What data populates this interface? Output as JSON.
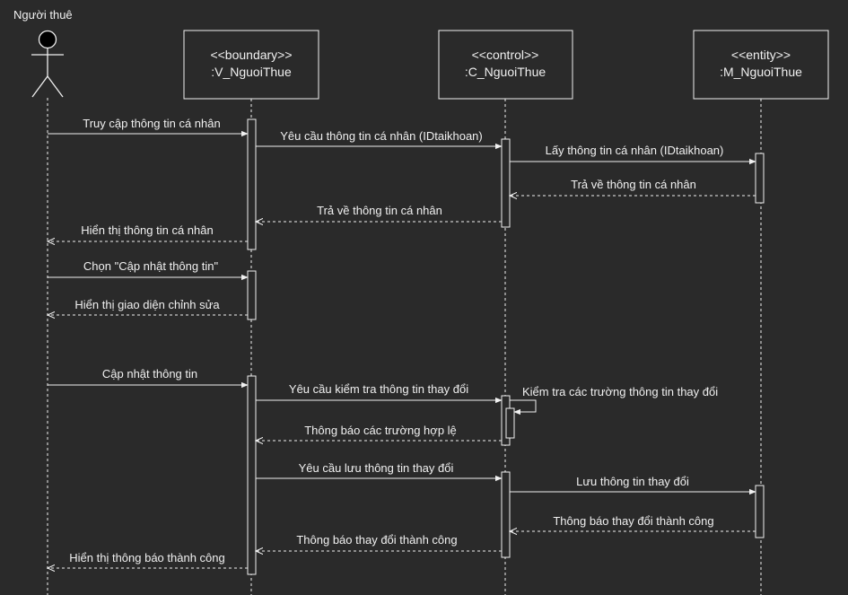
{
  "actor": {
    "name": "Người thuê"
  },
  "participants": [
    {
      "stereotype": "<<boundary>>",
      "name": ":V_NguoiThue"
    },
    {
      "stereotype": "<<control>>",
      "name": ":C_NguoiThue"
    },
    {
      "stereotype": "<<entity>>",
      "name": ":M_NguoiThue"
    }
  ],
  "messages": [
    {
      "text": "Truy cập thông tin cá nhân",
      "from": "actor",
      "to": "boundary",
      "kind": "sync"
    },
    {
      "text": "Yêu cầu thông tin cá nhân (IDtaikhoan)",
      "from": "boundary",
      "to": "control",
      "kind": "sync"
    },
    {
      "text": "Lấy thông tin cá nhân (IDtaikhoan)",
      "from": "control",
      "to": "entity",
      "kind": "sync"
    },
    {
      "text": "Trả về thông tin cá nhân",
      "from": "entity",
      "to": "control",
      "kind": "return"
    },
    {
      "text": "Trả về thông tin cá nhân",
      "from": "control",
      "to": "boundary",
      "kind": "return"
    },
    {
      "text": "Hiển thị thông tin cá nhân",
      "from": "boundary",
      "to": "actor",
      "kind": "return"
    },
    {
      "text": "Chọn \"Cập nhật thông tin\"",
      "from": "actor",
      "to": "boundary",
      "kind": "sync"
    },
    {
      "text": "Hiển thị giao diện chỉnh sửa",
      "from": "boundary",
      "to": "actor",
      "kind": "return"
    },
    {
      "text": "Cập nhật thông tin",
      "from": "actor",
      "to": "boundary",
      "kind": "sync"
    },
    {
      "text": "Yêu cầu kiểm tra thông tin thay đổi",
      "from": "boundary",
      "to": "control",
      "kind": "sync"
    },
    {
      "text": "Kiểm tra các trường thông tin thay đổi",
      "from": "control",
      "to": "control",
      "kind": "self"
    },
    {
      "text": "Thông báo các trường hợp lệ",
      "from": "control",
      "to": "boundary",
      "kind": "return"
    },
    {
      "text": "Yêu cầu lưu thông tin thay đổi",
      "from": "boundary",
      "to": "control",
      "kind": "sync"
    },
    {
      "text": "Lưu thông tin thay đổi",
      "from": "control",
      "to": "entity",
      "kind": "sync"
    },
    {
      "text": "Thông báo thay đổi thành công",
      "from": "entity",
      "to": "control",
      "kind": "return"
    },
    {
      "text": "Thông báo thay đổi thành công",
      "from": "control",
      "to": "boundary",
      "kind": "return"
    },
    {
      "text": "Hiển thị thông báo thành công",
      "from": "boundary",
      "to": "actor",
      "kind": "return"
    }
  ],
  "colors": {
    "background": "#2a2a2a",
    "line": "#f0f0f0",
    "box_fill": "#2a2a2a"
  }
}
